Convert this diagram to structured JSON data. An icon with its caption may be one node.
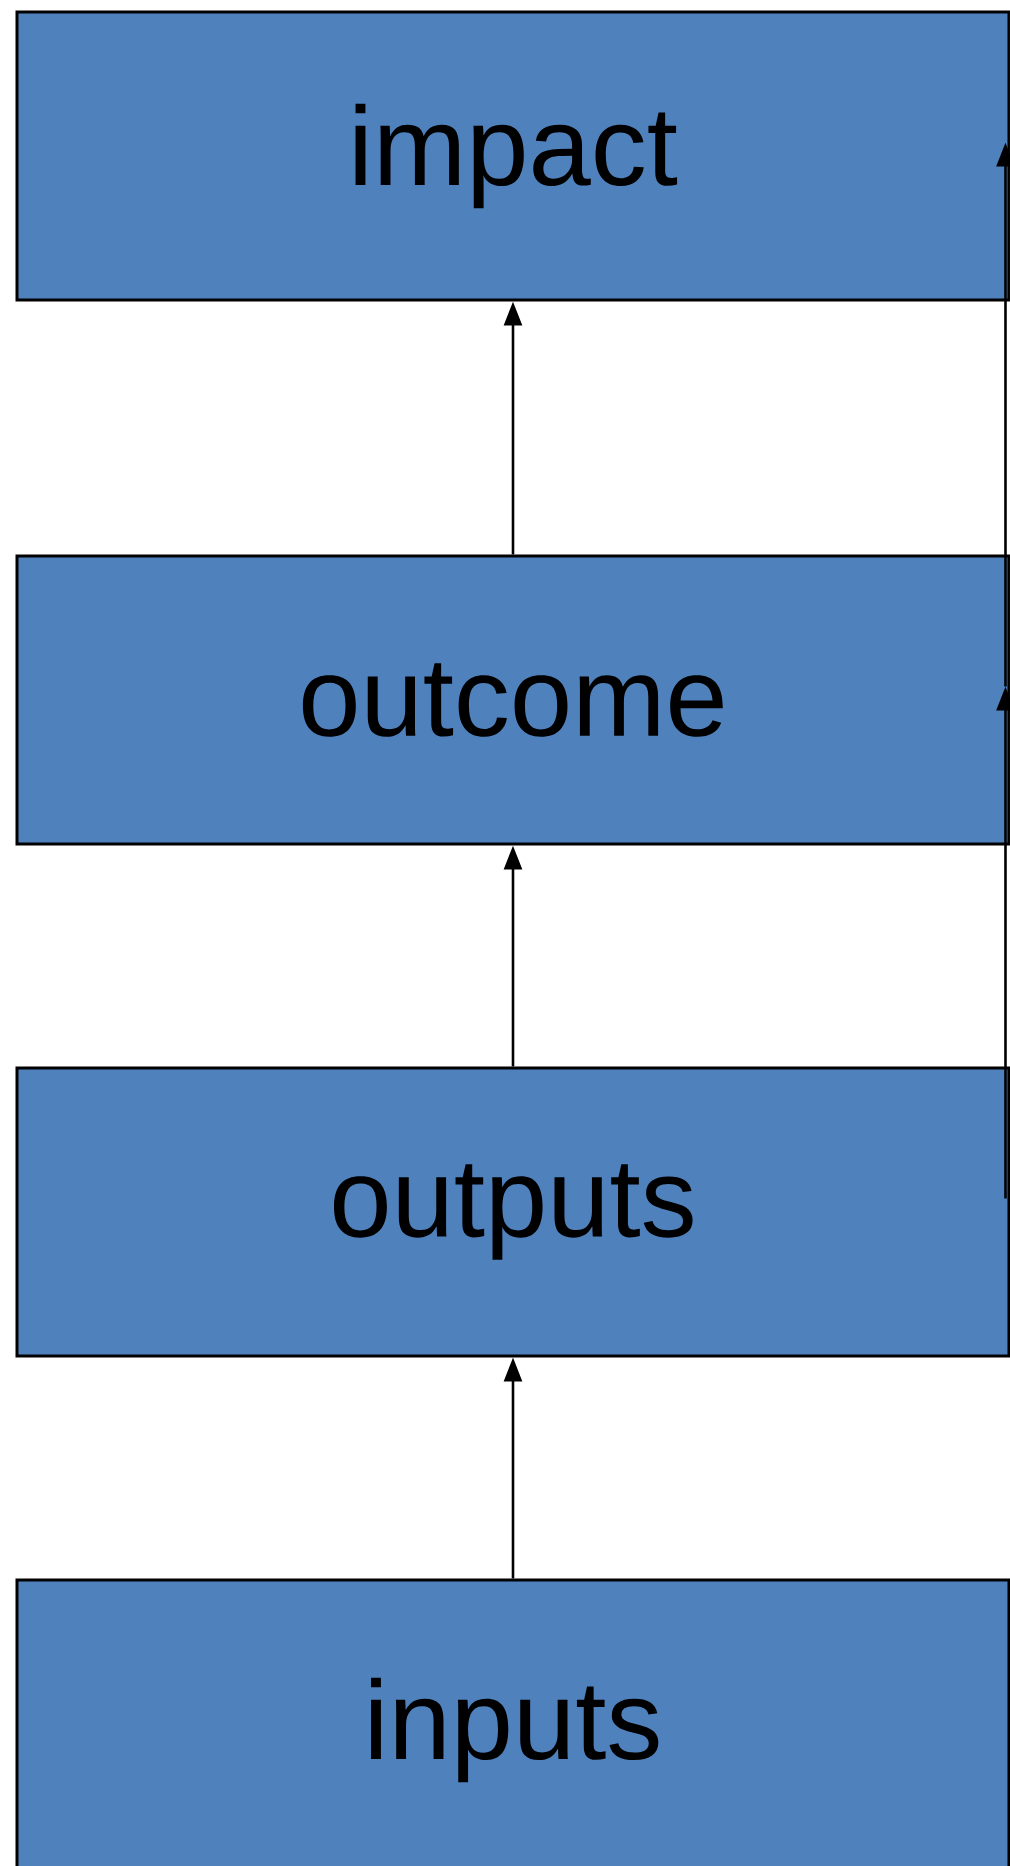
{
  "diagram": {
    "nodes": [
      {
        "text": [
          "impact"
        ]
      },
      {
        "text": [
          "outcome"
        ]
      },
      {
        "text": [
          "outputs"
        ]
      },
      {
        "text": [
          "inputs"
        ]
      }
    ],
    "edges": [
      {
        "from": 1,
        "to": 0,
        "arrow": "to"
      },
      {
        "from": 2,
        "to": 1,
        "arrow": "to"
      },
      {
        "from": 3,
        "to": 2,
        "arrow": "to"
      },
      {
        "from": 2,
        "to": 1,
        "arrow": "to"
      },
      {
        "from": 1,
        "to": 0,
        "arrow": "to"
      }
    ]
  }
}
